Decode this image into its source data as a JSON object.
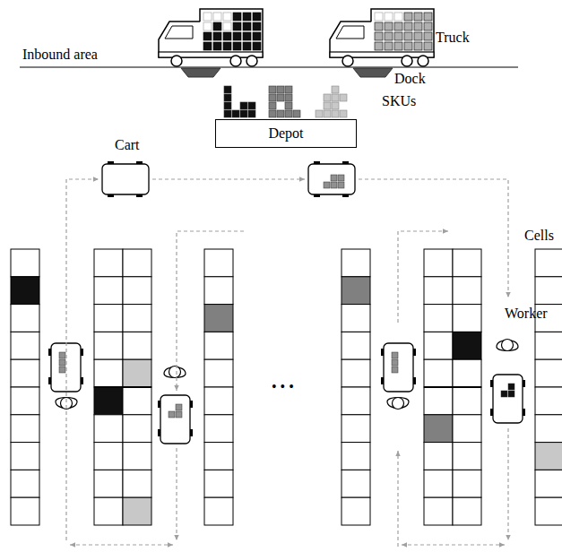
{
  "diagram": {
    "nodes": [
      {
        "text": [
          "Depot"
        ]
      }
    ],
    "labels": [
      "Inbound area",
      "Truck",
      "Dock",
      "SKUs",
      "Cart",
      "Cells",
      "Worker",
      "• • •"
    ]
  }
}
